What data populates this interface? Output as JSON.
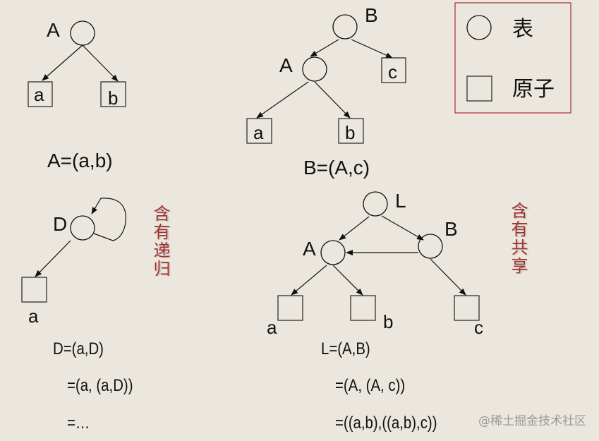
{
  "legend": {
    "list_label": "表",
    "atom_label": "原子",
    "border_color": "#b03a3a"
  },
  "diagram_A": {
    "node_label": "A",
    "atoms": [
      "a",
      "b"
    ],
    "formula": "A=(a,b)"
  },
  "diagram_B": {
    "root_label": "B",
    "sub_label": "A",
    "atoms": [
      "a",
      "b",
      "c"
    ],
    "formula": "B=(A,c)"
  },
  "diagram_D": {
    "node_label": "D",
    "atom_label": "a",
    "annotation": "含有递归",
    "formulas": [
      "D=(a,D)",
      "=(a, (a,D))",
      "=…"
    ]
  },
  "diagram_L": {
    "root_label": "L",
    "left_label": "A",
    "right_label": "B",
    "atoms": [
      "a",
      "b",
      "c"
    ],
    "annotation": "含有共享",
    "formulas": [
      "L=(A,B)",
      "=(A, (A, c))",
      "=((a,b),((a,b),c))"
    ]
  },
  "colors": {
    "background": "#ebe7df",
    "annotation": "#a0302c",
    "stroke": "#111111"
  },
  "watermark": "@稀土掘金技术社区"
}
